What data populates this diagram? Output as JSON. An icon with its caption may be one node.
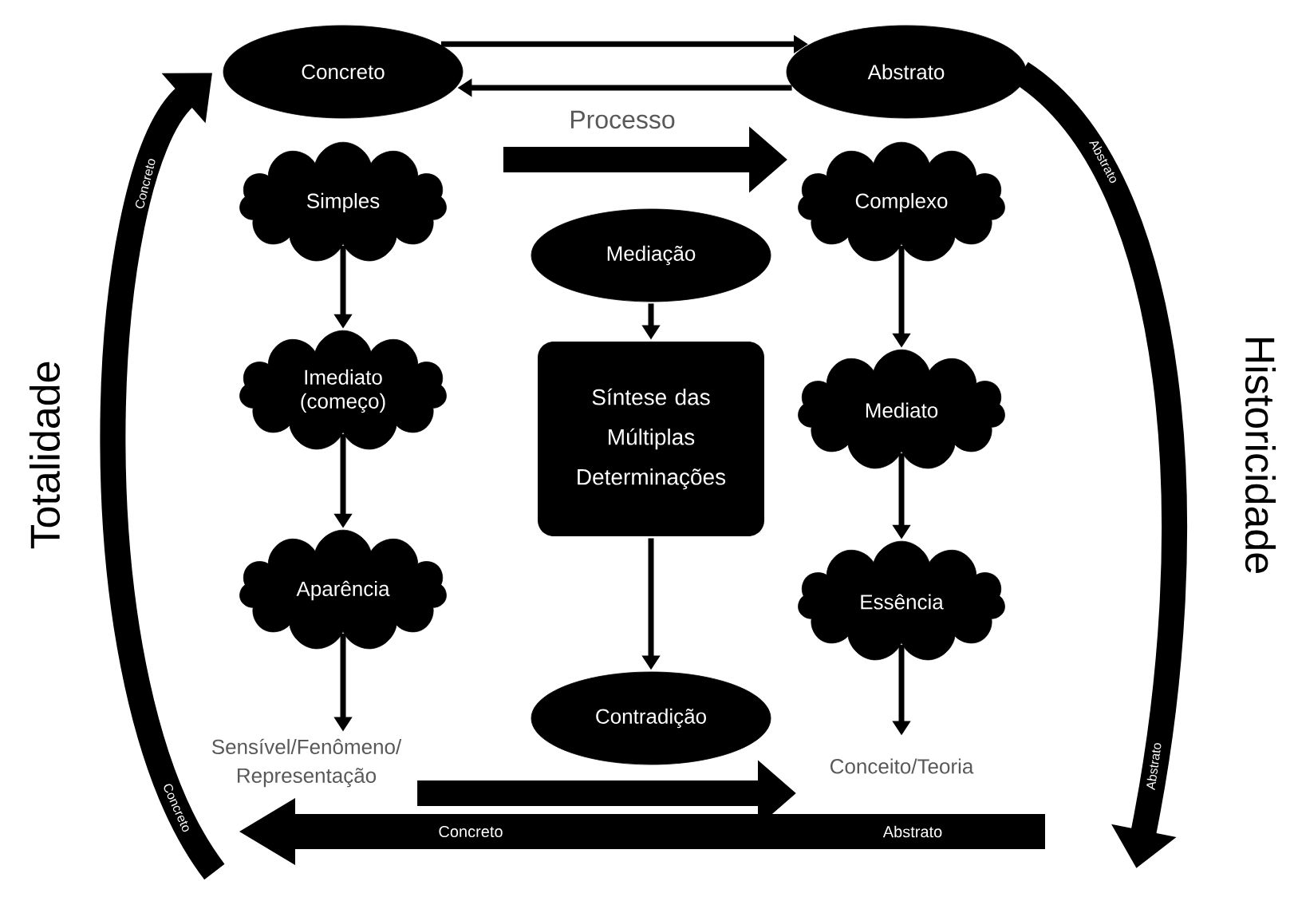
{
  "diagram": {
    "nodes": [
      {
        "text": [
          "Concreto"
        ]
      },
      {
        "text": [
          "Abstrato"
        ]
      },
      {
        "text": [
          "Simples"
        ]
      },
      {
        "text": [
          "Complexo"
        ]
      },
      {
        "text": [
          "Mediação"
        ]
      },
      {
        "text": [
          "Imediato (começo)"
        ]
      },
      {
        "text": [
          "Síntese das Múltiplas Determinações"
        ]
      },
      {
        "text": [
          "Mediato"
        ]
      },
      {
        "text": [
          "Aparência"
        ]
      },
      {
        "text": [
          "Essência"
        ]
      },
      {
        "text": [
          "Contradição"
        ]
      },
      {
        "text": [
          "Sensível/Fenômeno/ Representação"
        ]
      },
      {
        "text": [
          "Conceito/Teoria"
        ]
      }
    ],
    "edges": [
      {
        "from": 0,
        "to": 1,
        "arrow": "to"
      },
      {
        "from": 1,
        "to": 0,
        "arrow": "to"
      },
      {
        "from": 2,
        "to": 3,
        "arrow": "to",
        "label": "Processo",
        "style": "thick"
      },
      {
        "from": 2,
        "to": 5,
        "arrow": "to"
      },
      {
        "from": 5,
        "to": 8,
        "arrow": "to"
      },
      {
        "from": 8,
        "to": 11,
        "arrow": "to"
      },
      {
        "from": 4,
        "to": 6,
        "arrow": "to"
      },
      {
        "from": 6,
        "to": 10,
        "arrow": "to"
      },
      {
        "from": 3,
        "to": 7,
        "arrow": "to"
      },
      {
        "from": 7,
        "to": 9,
        "arrow": "to"
      },
      {
        "from": 9,
        "to": 12,
        "arrow": "to"
      },
      {
        "from": 11,
        "to": null,
        "arrow": "to",
        "style": "thick"
      },
      {
        "from": 1,
        "to": null,
        "arrow": "to",
        "style": "thick"
      },
      {
        "from": null,
        "to": 0,
        "arrow": "to",
        "style": "thick"
      }
    ],
    "labels": [
      "Totalidade",
      "Historicidade",
      "Concreto",
      "Abstrato",
      "Concreto",
      "Abstrato",
      "Concreto",
      "Abstrato"
    ]
  }
}
